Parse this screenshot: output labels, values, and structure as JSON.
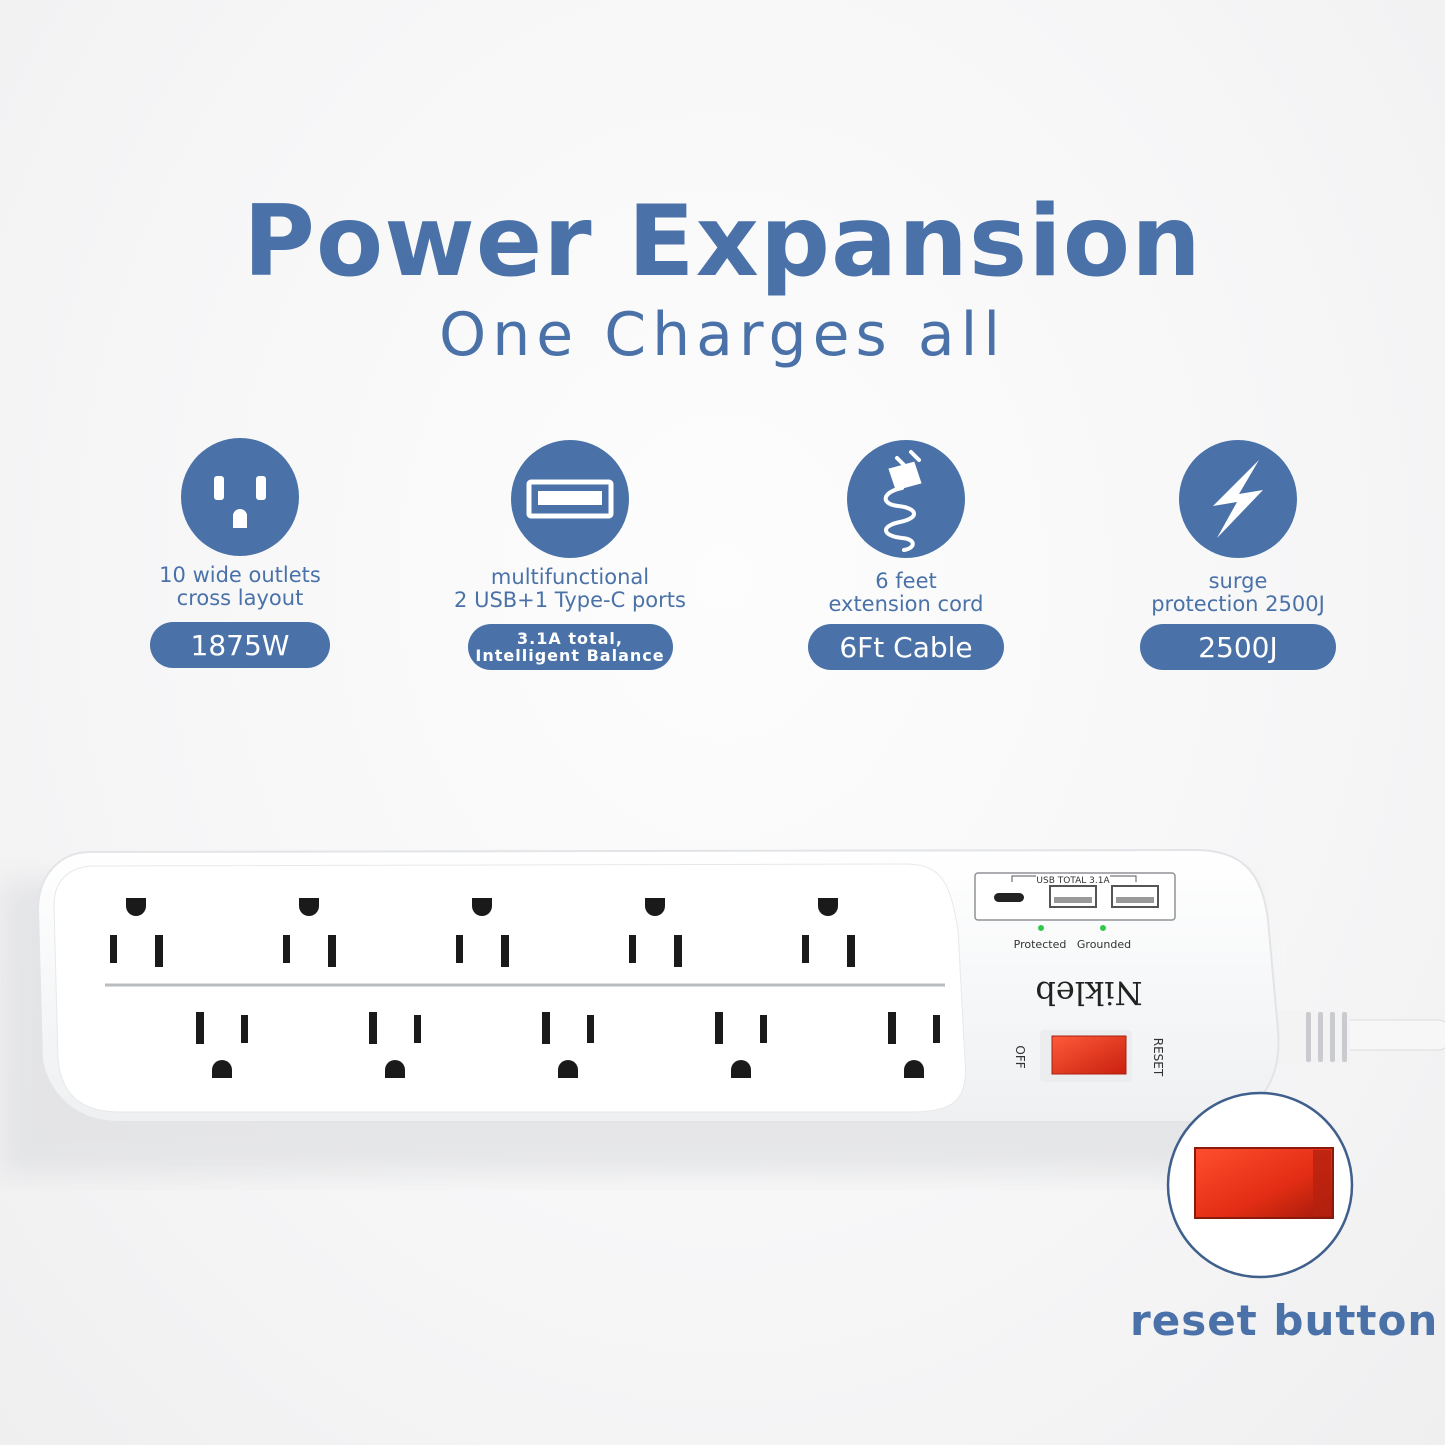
{
  "header": {
    "title": "Power Expansion",
    "subtitle": "One Charges all"
  },
  "features": [
    {
      "icon": "outlet-icon",
      "line1": "10 wide outlets",
      "line2": "cross layout",
      "badge": "1875W"
    },
    {
      "icon": "usb-port-icon",
      "line1": "multifunctional",
      "line2": "2 USB+1 Type-C ports",
      "badge_line1": "3.1A total,",
      "badge_line2": "Intelligent Balance"
    },
    {
      "icon": "plug-cord-icon",
      "line1": "6 feet",
      "line2": "extension cord",
      "badge": "6Ft Cable"
    },
    {
      "icon": "lightning-icon",
      "line1": "surge",
      "line2": "protection 2500J",
      "badge": "2500J"
    }
  ],
  "product": {
    "brand": "Nikleb",
    "usb_label": "USB TOTAL 3.1A",
    "indicator_protected": "Protected",
    "indicator_grounded": "Grounded",
    "switch_off": "OFF",
    "switch_reset": "RESET",
    "outlet_count": 10,
    "accent_red": "#e8321c"
  },
  "callout": {
    "label": "reset button"
  },
  "colors": {
    "brand_blue": "#4a72a8",
    "background": "#f6f6f7"
  }
}
